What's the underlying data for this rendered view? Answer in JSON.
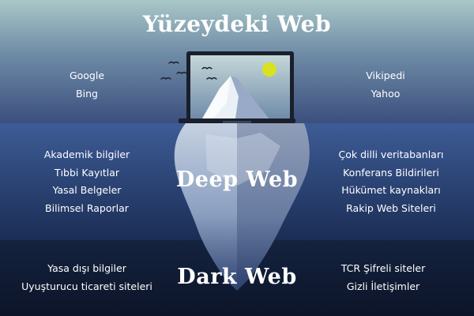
{
  "title": "Yüzeydeki Web",
  "layers": {
    "surface": {
      "left": [
        "Google",
        "Bing"
      ],
      "right": [
        "Vikipedi",
        "Yahoo"
      ]
    },
    "deep": {
      "title": "Deep Web",
      "left": [
        "Akademik bilgiler",
        "Tıbbi Kayıtlar",
        "Yasal Belgeler",
        "Bilimsel Raporlar"
      ],
      "right": [
        "Çok dilli veritabanları",
        "Konferans Bildirileri",
        "Hükümet kaynakları",
        "Rakip Web Siteleri"
      ]
    },
    "dark": {
      "title": "Dark Web",
      "left": [
        "Yasa dışı bilgiler",
        "Uyuşturucu ticareti siteleri"
      ],
      "right": [
        "TCR Şifreli siteler",
        "Gizli İletişimler"
      ]
    }
  },
  "colors": {
    "sky_top": "#a9c7c7",
    "sky_bottom": "#3b4f7e",
    "deep_top": "#3d5c96",
    "deep_bottom": "#1b2d55",
    "dark": "#0f1b33",
    "sun": "#d8e21e",
    "ice_light": "#e9f0f6",
    "ice_shadow": "#98aac7",
    "laptop": "#1a1f2c"
  },
  "icons": [
    "iceberg-illustration",
    "laptop-icon",
    "sun-icon",
    "bird-icon"
  ]
}
